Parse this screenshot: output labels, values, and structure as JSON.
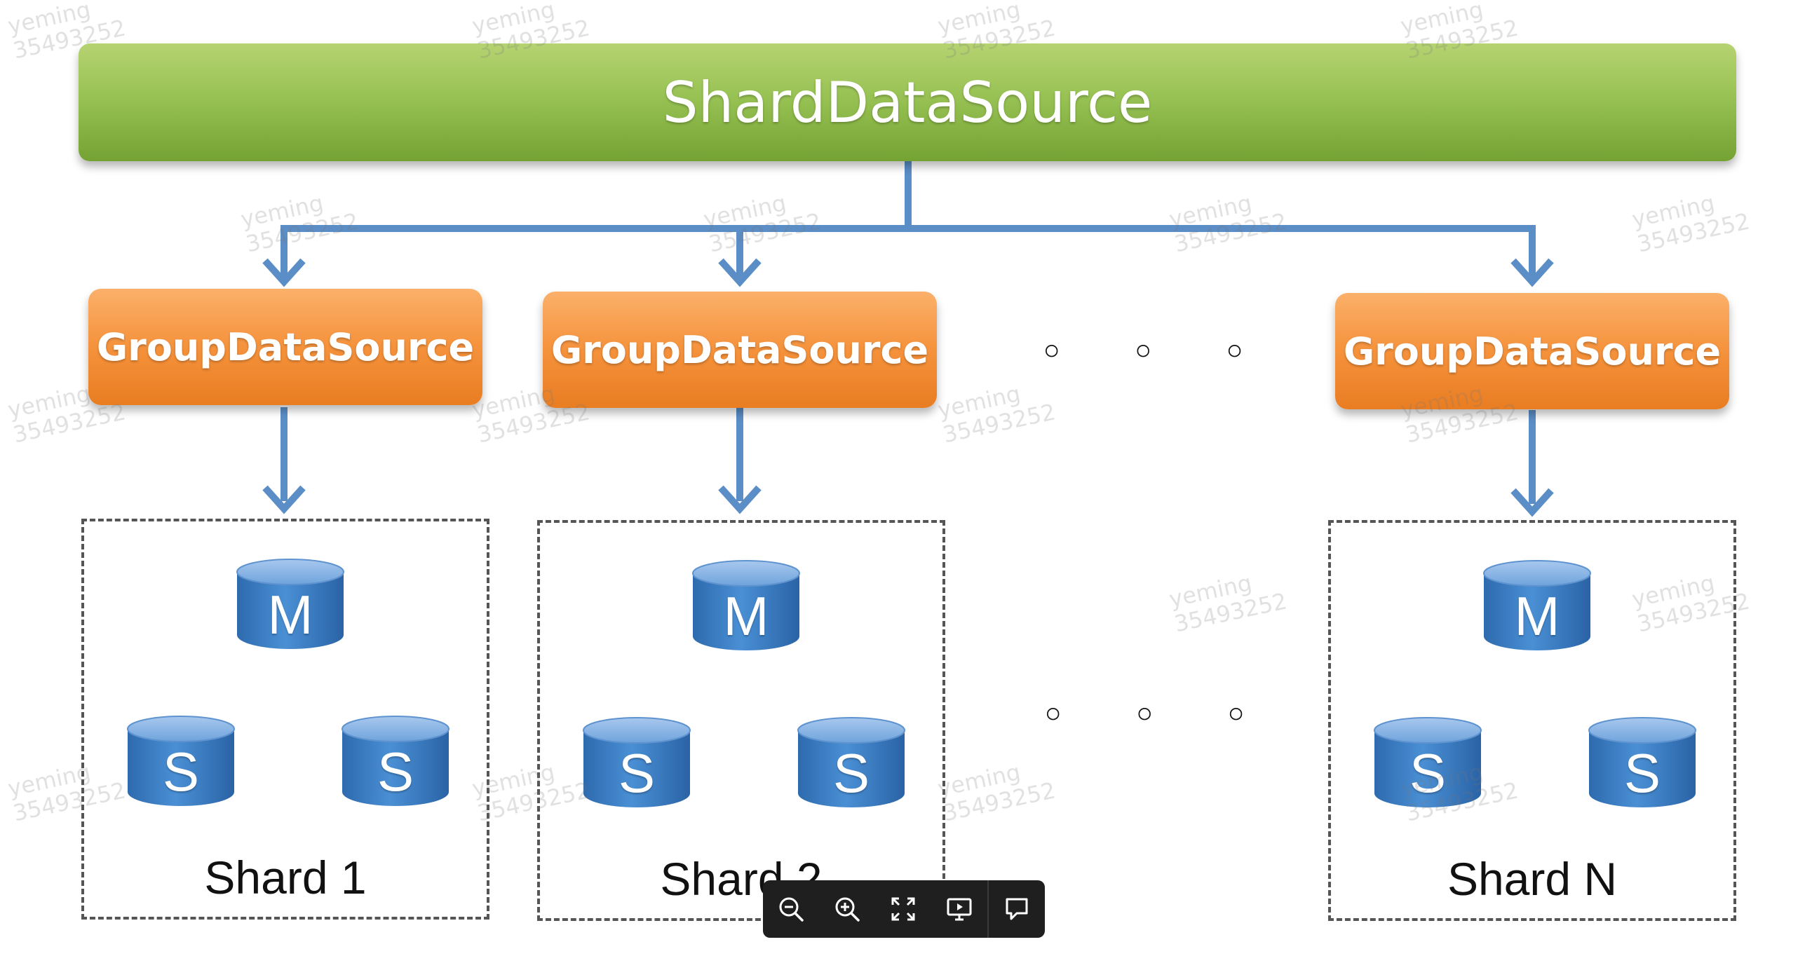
{
  "diagram": {
    "root_label": "ShardDataSource",
    "groups": [
      {
        "label": "GroupDataSource"
      },
      {
        "label": "GroupDataSource"
      },
      {
        "label": "GroupDataSource"
      }
    ],
    "ellipsis": "◦ ◦ ◦",
    "shards": [
      {
        "label": "Shard 1",
        "master": "M",
        "slaves": [
          "S",
          "S"
        ]
      },
      {
        "label": "Shard 2",
        "master": "M",
        "slaves": [
          "S",
          "S"
        ]
      },
      {
        "label": "Shard N",
        "master": "M",
        "slaves": [
          "S",
          "S"
        ]
      }
    ]
  },
  "watermark": {
    "line1": "yeming",
    "line2": "35493252"
  },
  "toolbar": {
    "buttons": [
      "zoom-out-icon",
      "zoom-in-icon",
      "fullscreen-icon",
      "present-icon",
      "comment-icon"
    ]
  },
  "colors": {
    "root_green": "#98c254",
    "group_orange": "#f5923c",
    "db_blue": "#3d7fc4",
    "arrow_blue": "#5b8ec6",
    "toolbar_bg": "#1f1f1f"
  }
}
